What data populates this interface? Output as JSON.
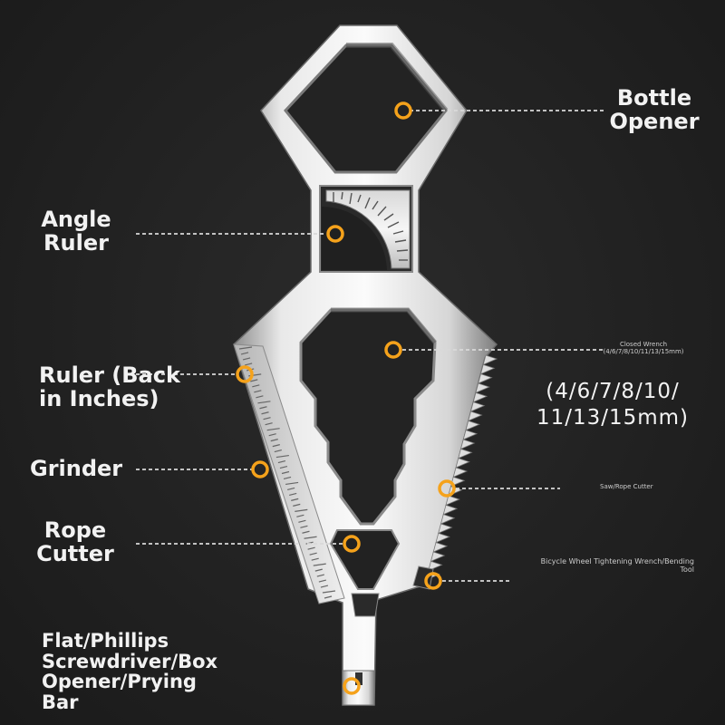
{
  "colors": {
    "background": "#222222",
    "marker": "#f5a21b",
    "leader_line": "#d9d9d9",
    "label": "#f2f2f2",
    "steel_light": "#f0f0f0",
    "steel_dark": "#9a9a9a"
  },
  "labels": {
    "bottle_opener": [
      "Bottle",
      "Opener"
    ],
    "angle_ruler": [
      "Angle",
      "Ruler"
    ],
    "ruler": [
      "Ruler (Back",
      "in Inches)"
    ],
    "grinder": "Grinder",
    "rope_cutter": [
      "Rope",
      "Cutter"
    ],
    "screwdriver": [
      "Flat/Phillips",
      "Screwdriver/Box",
      "Opener/Prying",
      "Bar"
    ],
    "closed_wrench": [
      "Closed Wrench",
      "(4/6/7/8/10/11/13/15mm)"
    ],
    "wrench_sizes": [
      "(4/6/7/8/10/",
      "11/13/15mm)"
    ],
    "saw": "Saw/Rope Cutter",
    "bicycle_wrench": [
      "Bicycle Wheel Tightening Wrench/Bending",
      "Tool"
    ]
  },
  "icons": [
    "multitool-illustration",
    "marker-ring-icon"
  ]
}
